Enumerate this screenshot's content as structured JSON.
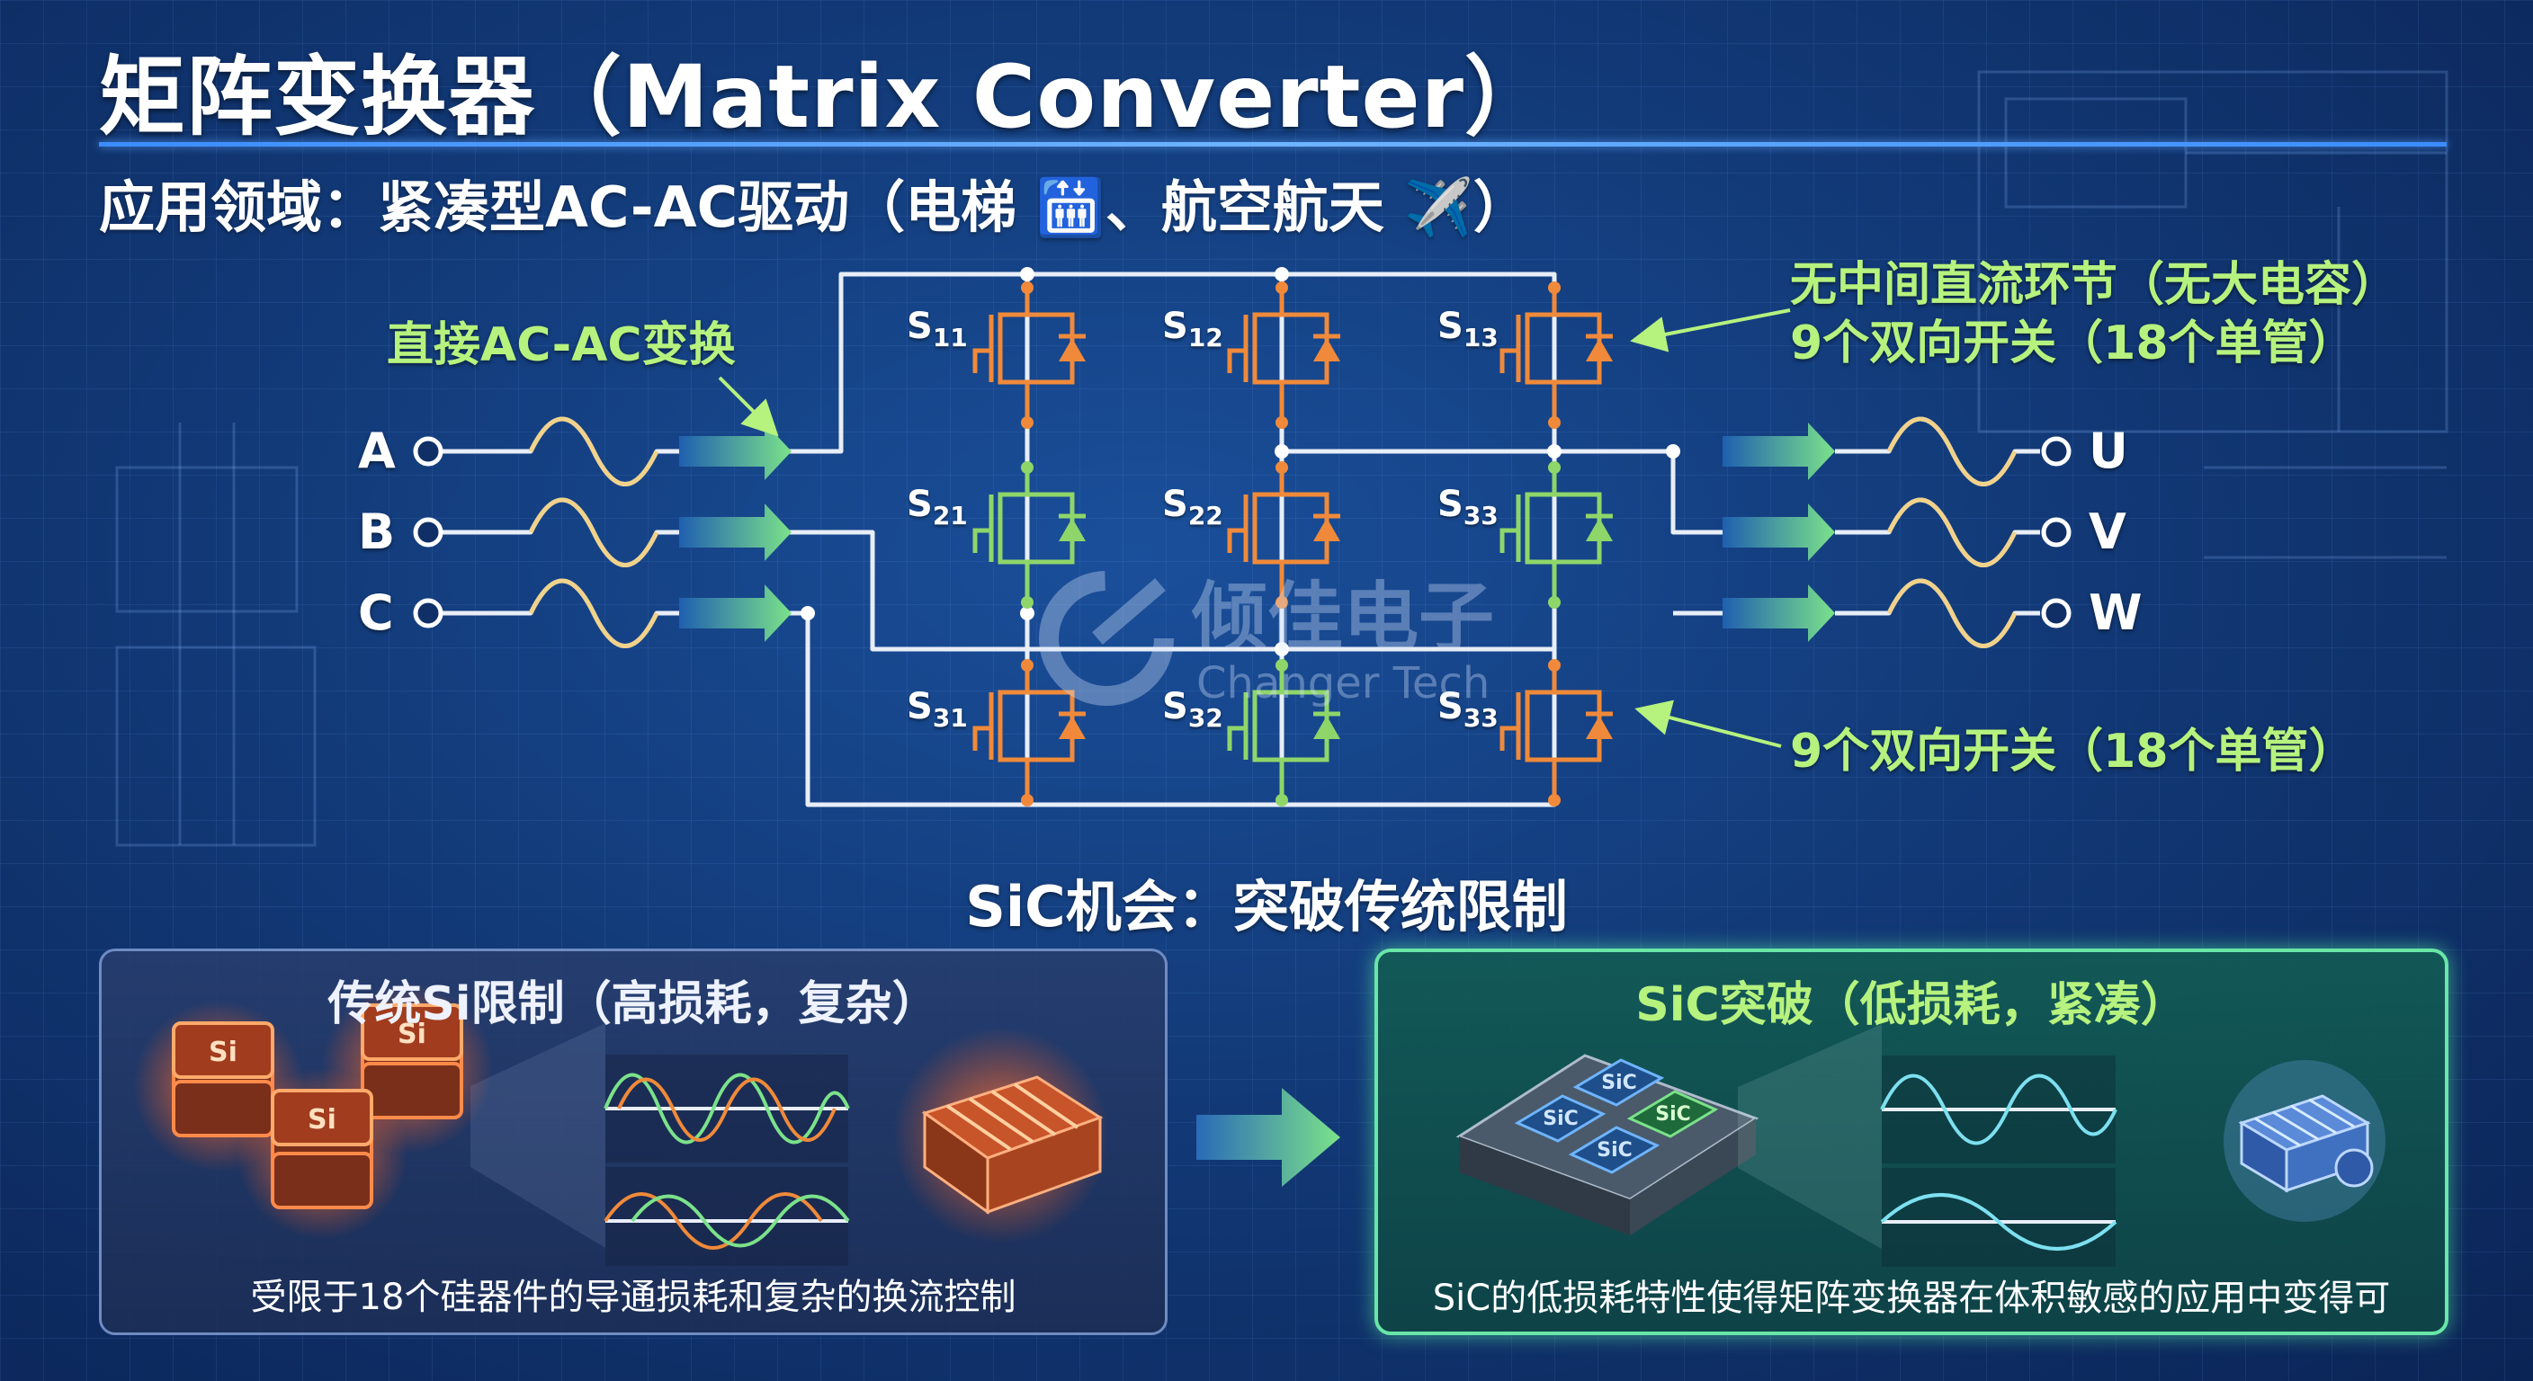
{
  "title": "矩阵变换器（Matrix Converter）",
  "subtitle": "应用领域：紧凑型AC-AC驱动（电梯 🛗、航空航天 ✈️）",
  "notes": {
    "direct": "直接AC-AC变换",
    "top_right_line1": "无中间直流环节（无大电容）",
    "top_right_line2": "9个双向开关（18个单管）",
    "bottom_right": "9个双向开关（18个单管）"
  },
  "inputs": [
    "A",
    "B",
    "C"
  ],
  "outputs": [
    "U",
    "V",
    "W"
  ],
  "switches": [
    {
      "base": "S",
      "sub": "11"
    },
    {
      "base": "S",
      "sub": "12"
    },
    {
      "base": "S",
      "sub": "13"
    },
    {
      "base": "S",
      "sub": "21"
    },
    {
      "base": "S",
      "sub": "22"
    },
    {
      "base": "S",
      "sub": "33"
    },
    {
      "base": "S",
      "sub": "31"
    },
    {
      "base": "S",
      "sub": "32"
    },
    {
      "base": "S",
      "sub": "33"
    }
  ],
  "watermark": {
    "cn": "倾佳电子",
    "en": "Changer Tech"
  },
  "section_heading": "SiC机会：突破传统限制",
  "panel_left": {
    "title": "传统Si限制（高损耗，复杂）",
    "chip_label": "Si",
    "caption": "受限于18个硅器件的导通损耗和复杂的换流控制"
  },
  "panel_right": {
    "title": "SiC突破（低损耗，紧凑）",
    "chip_label": "SiC",
    "caption": "SiC的低损耗特性使得矩阵变换器在体积敏感的应用中变得可"
  },
  "colors": {
    "accent_green": "#b6f27e",
    "switch_orange": "#f08a3a",
    "switch_green": "#8fd66a",
    "wire": "#e8eef8",
    "title_rule": "#4a9cff"
  }
}
